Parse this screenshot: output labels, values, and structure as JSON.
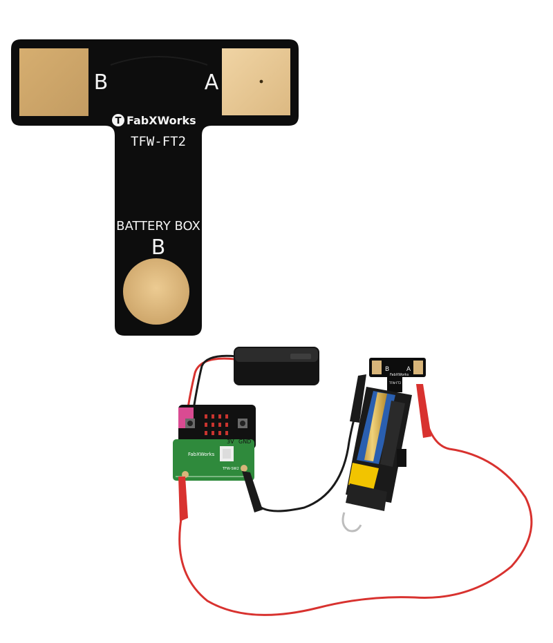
{
  "board": {
    "pad_left_label": "B",
    "pad_right_label": "A",
    "brand": "FabXWorks",
    "brand_initial": "T",
    "model": "TFW-FT2",
    "battery_label": "BATTERY BOX",
    "battery_pad_label": "B"
  },
  "mini_board": {
    "brand": "FabXWorks",
    "model": "TFW-FT2",
    "pad_left_label": "B",
    "pad_right_label": "A"
  },
  "switch_board": {
    "brand": "FabXWorks",
    "model": "TFW-SW2",
    "v3_label": "3V",
    "gnd_label": "GND"
  },
  "colors": {
    "pcb": "#0d0d0d",
    "gold": "#d8b57a",
    "red_wire": "#d8322f",
    "black_wire": "#1a1a1a",
    "green_pcb": "#2f8a3c",
    "battery_blue": "#2a5fb0"
  }
}
